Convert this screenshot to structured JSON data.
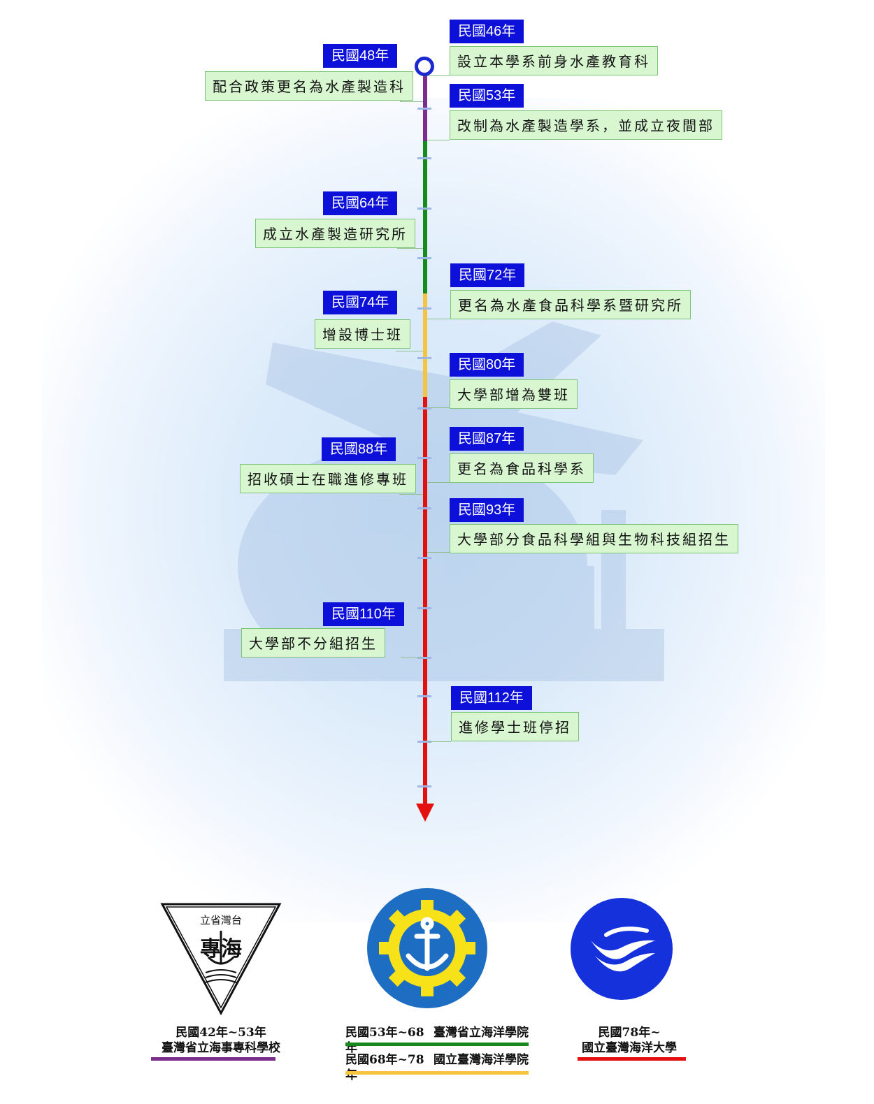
{
  "colors": {
    "axis_purple": "#7b2d8e",
    "axis_green": "#178a1e",
    "axis_yellow": "#f5c542",
    "axis_red": "#e41010",
    "year_label_bg": "#0c10d8",
    "event_bg": "#d8f7d0",
    "event_border": "#7dc47a"
  },
  "timeline": [
    {
      "year": "民國46年",
      "event": "設立本學系前身水產教育科"
    },
    {
      "year": "民國48年",
      "event": "配合政策更名為水產製造科"
    },
    {
      "year": "民國53年",
      "event": "改制為水產製造學系，並成立夜間部"
    },
    {
      "year": "民國64年",
      "event": "成立水產製造研究所"
    },
    {
      "year": "民國72年",
      "event": "更名為水產食品科學系暨研究所"
    },
    {
      "year": "民國74年",
      "event": "增設博士班"
    },
    {
      "year": "民國80年",
      "event": "大學部增為雙班"
    },
    {
      "year": "民國87年",
      "event": "更名為食品科學系"
    },
    {
      "year": "民國88年",
      "event": "招收碩士在職進修專班"
    },
    {
      "year": "民國93年",
      "event": "大學部分食品科學組與生物科技組招生"
    },
    {
      "year": "民國110年",
      "event": "大學部不分組招生"
    },
    {
      "year": "民國112年",
      "event": "進修學士班停招"
    }
  ],
  "institutions": [
    {
      "icon": "triangle-anchor-seal-icon",
      "seal_text_top": "立省灣台",
      "seal_text_main": "專海",
      "period": "民國42年~53年",
      "name": "臺灣省立海事專科學校",
      "color": "#7b2d8e"
    },
    {
      "icon": "gear-anchor-seal-icon",
      "period": "民國53年~68年",
      "name": "臺灣省立海洋學院",
      "color": "#178a1e"
    },
    {
      "icon": "gear-anchor-seal-icon",
      "period": "民國68年~78年",
      "name": "國立臺灣海洋學院",
      "color": "#f5c542"
    },
    {
      "icon": "wave-seal-icon",
      "period": "民國78年~",
      "name": "國立臺灣海洋大學",
      "color": "#e41010"
    }
  ]
}
